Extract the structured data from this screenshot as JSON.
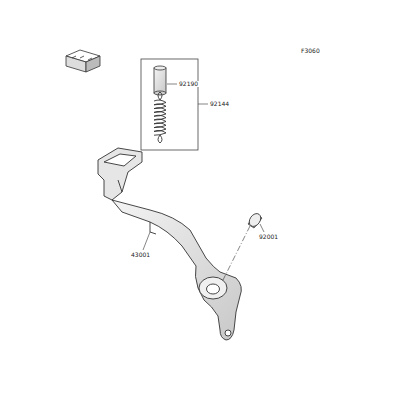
{
  "diagram": {
    "labels": [
      "F3060",
      "92190",
      "92144",
      "43001",
      "92001"
    ]
  }
}
